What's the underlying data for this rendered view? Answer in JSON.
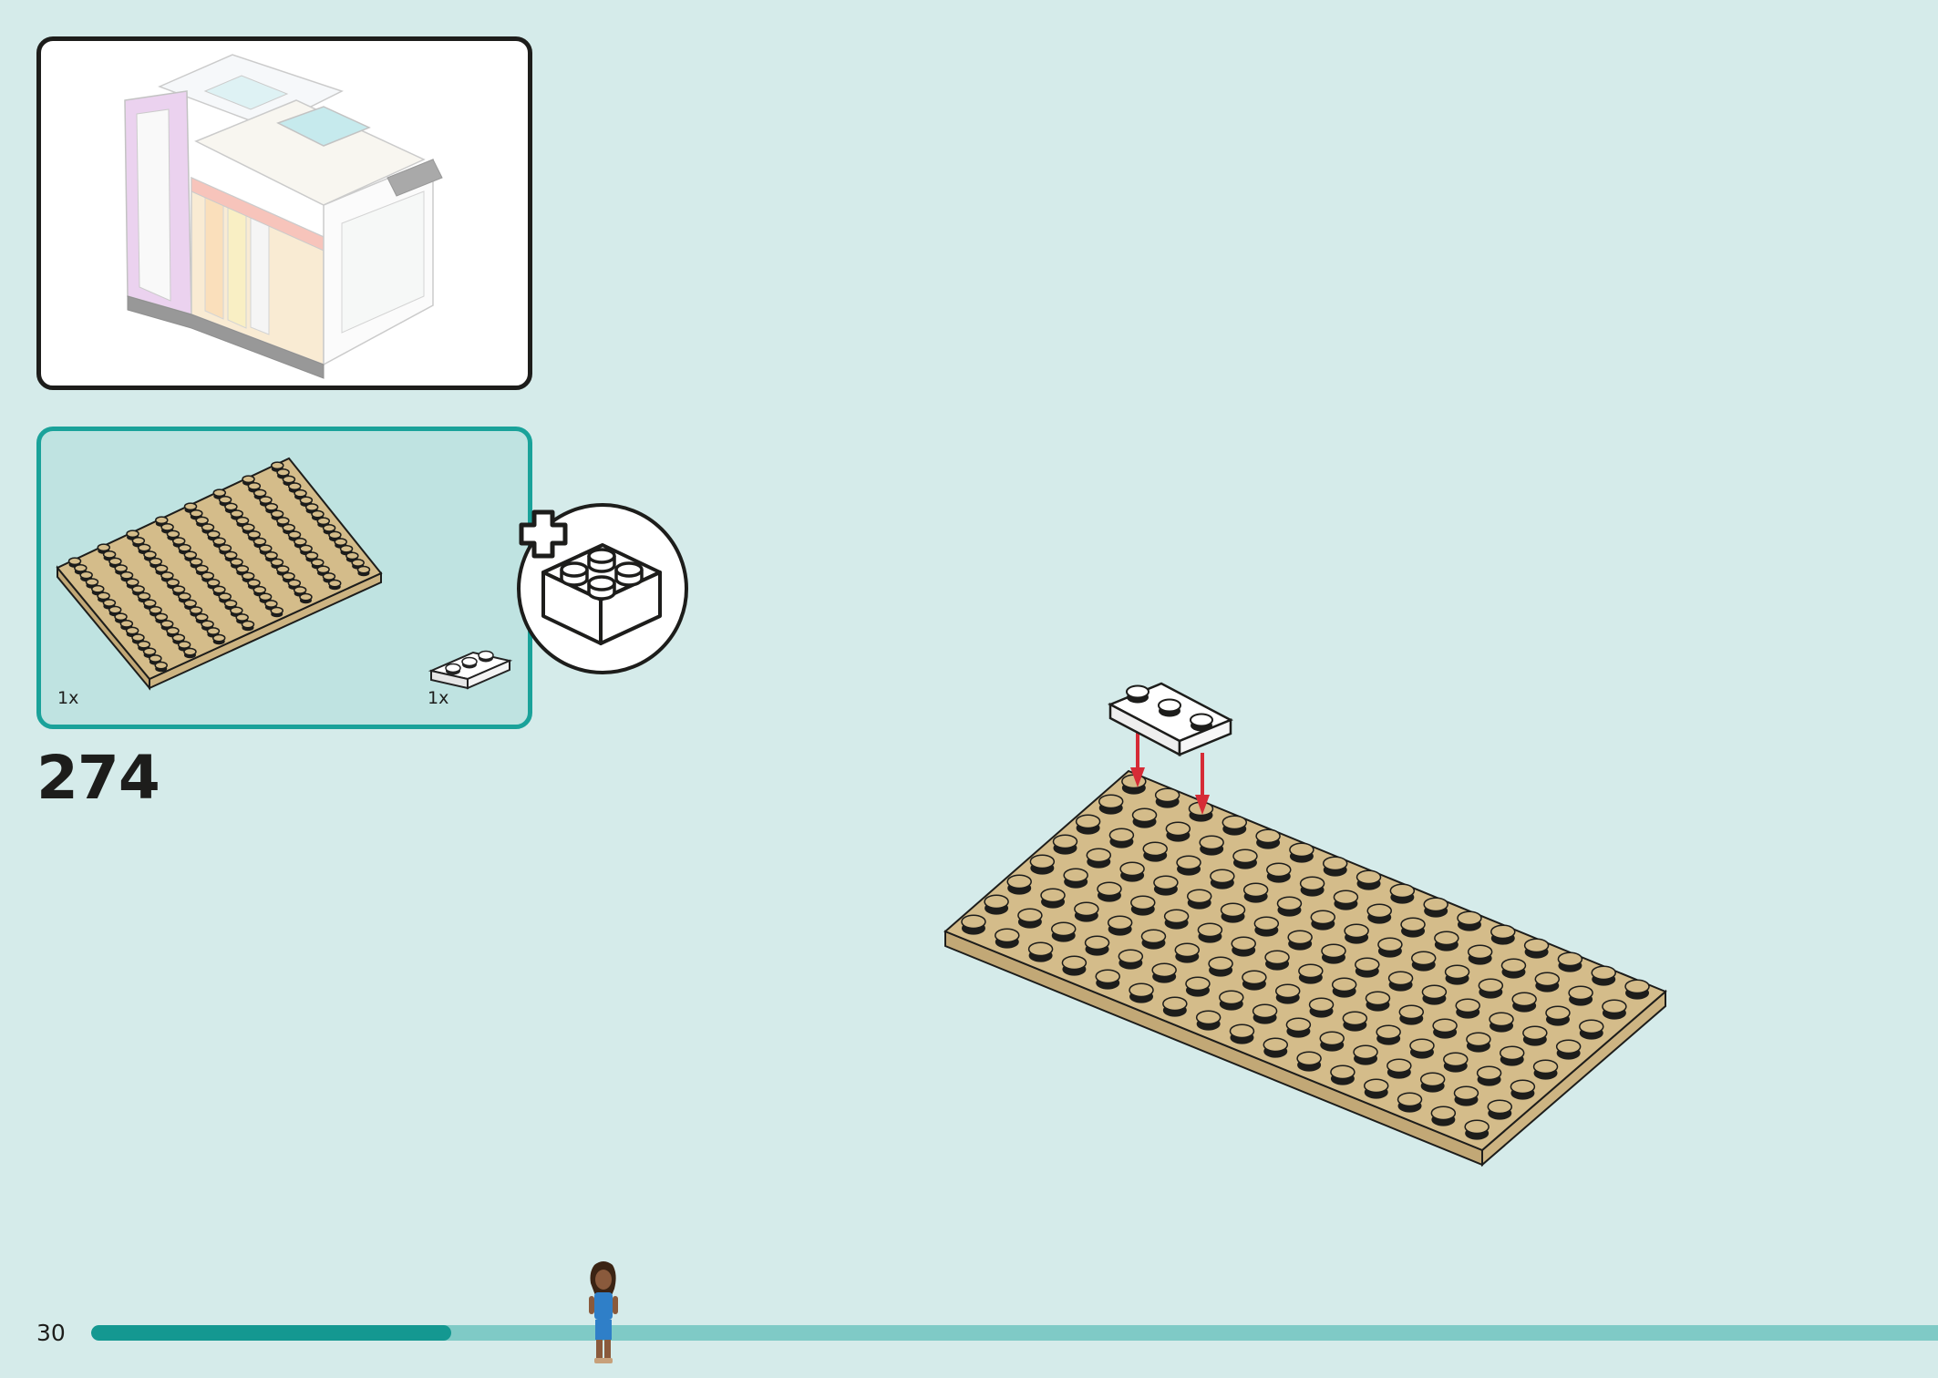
{
  "overview": {
    "title": ""
  },
  "parts": [
    {
      "name": "tan-baseplate",
      "quantity": "1x",
      "color": "#d4bc8a"
    },
    {
      "name": "white-plate-1x3",
      "quantity": "1x",
      "color": "#ffffff"
    }
  ],
  "step": {
    "number": "274"
  },
  "footer": {
    "page_number": "30",
    "progress": 0.195
  },
  "colors": {
    "background": "#d5ebea",
    "parts_panel_bg": "#bfe3e1",
    "accent_teal": "#1aa29a",
    "progress_fill": "#149891",
    "progress_track": "#7fcac6",
    "tan": "#d4bc8a",
    "arrow_red": "#d62b36"
  },
  "icons": {
    "add_part": "plus-brick-icon"
  }
}
